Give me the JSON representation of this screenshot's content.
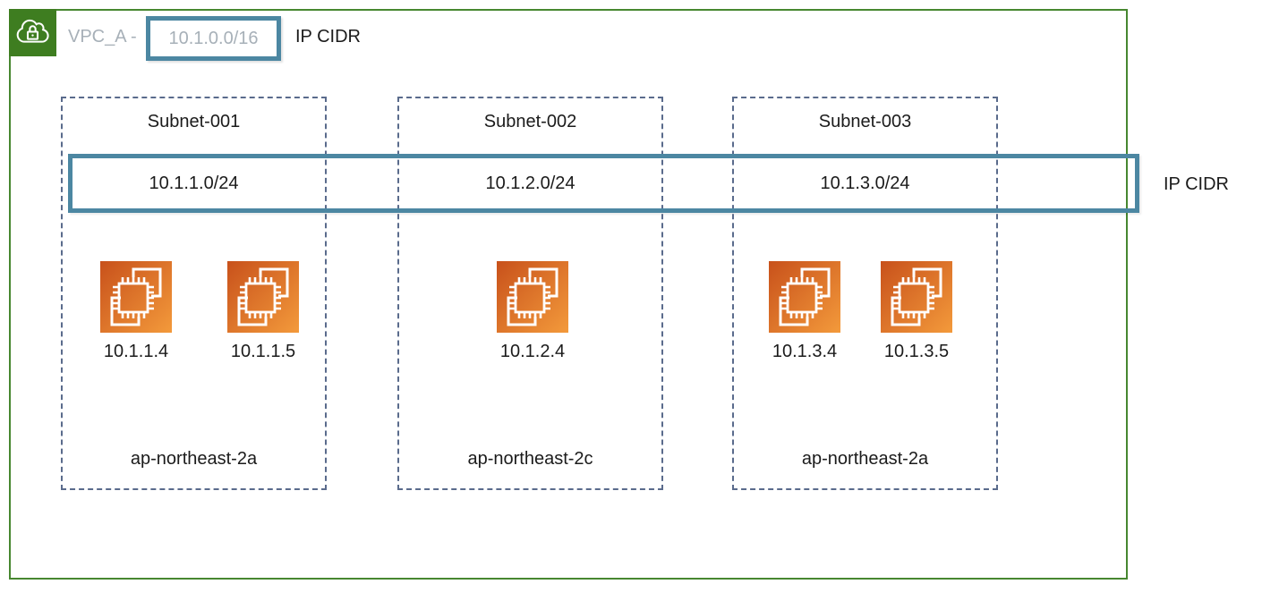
{
  "labels": {
    "ip_cidr_top": "IP CIDR",
    "ip_cidr_right": "IP CIDR"
  },
  "vpc": {
    "name": "VPC_A -",
    "cidr": "10.1.0.0/16"
  },
  "subnets": [
    {
      "name": "Subnet-001",
      "cidr": "10.1.1.0/24",
      "az": "ap-northeast-2a",
      "instances": [
        {
          "ip": "10.1.1.4"
        },
        {
          "ip": "10.1.1.5"
        }
      ]
    },
    {
      "name": "Subnet-002",
      "cidr": "10.1.2.0/24",
      "az": "ap-northeast-2c",
      "instances": [
        {
          "ip": "10.1.2.4"
        }
      ]
    },
    {
      "name": "Subnet-003",
      "cidr": "10.1.3.0/24",
      "az": "ap-northeast-2a",
      "instances": [
        {
          "ip": "10.1.3.4"
        },
        {
          "ip": "10.1.3.5"
        }
      ]
    }
  ],
  "icons": {
    "vpc": "vpc-cloud-lock-icon",
    "instance": "ec2-instance-icon"
  },
  "colors": {
    "vpc_icon_green": "#3E7D20",
    "vpc_border_green": "#478730",
    "cidr_teal": "#4C87A2",
    "subnet_dash_slate": "#5A6B8C",
    "muted_text_gray": "#A7B0B8",
    "text_black": "#1B1B1B",
    "ec2_gradient_start": "#C8511B",
    "ec2_gradient_end": "#F39A3B"
  }
}
